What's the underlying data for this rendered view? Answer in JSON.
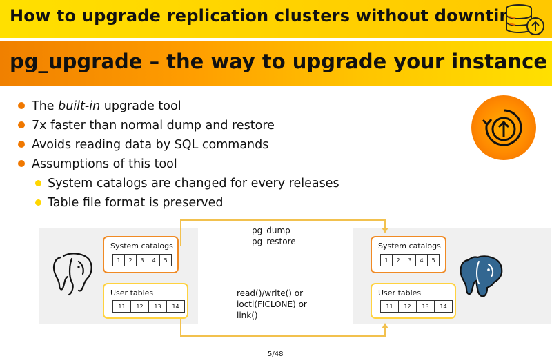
{
  "header": {
    "title": "How to upgrade replication clusters without downtime",
    "subtitle": "pg_upgrade –  the way to upgrade your instance"
  },
  "icons": {
    "database": "database-upgrade-icon",
    "upgrade": "circular-upgrade-arrow-icon",
    "elephant_left": "postgresql-elephant-outline-icon",
    "elephant_right": "postgresql-elephant-logo-icon"
  },
  "bullets": [
    {
      "pre": "The ",
      "em": "built-in",
      "post": " upgrade tool"
    },
    {
      "text": "7x faster than normal dump and restore"
    },
    {
      "text": "Avoids reading data by SQL commands"
    },
    {
      "text": "Assumptions of this tool"
    }
  ],
  "sub_bullets": [
    {
      "text": "System catalogs are changed for every releases"
    },
    {
      "text": "Table file format is preserved"
    }
  ],
  "diagram": {
    "left": {
      "system_catalogs_label": "System catalogs",
      "system_catalog_cells": [
        "1",
        "2",
        "3",
        "4",
        "5"
      ],
      "user_tables_label": "User tables",
      "user_table_cells": [
        "11",
        "12",
        "13",
        "14"
      ]
    },
    "right": {
      "system_catalogs_label": "System catalogs",
      "system_catalog_cells": [
        "1",
        "2",
        "3",
        "4",
        "5"
      ],
      "user_tables_label": "User tables",
      "user_table_cells": [
        "11",
        "12",
        "13",
        "14"
      ]
    },
    "top_path_lines": [
      "pg_dump",
      "pg_restore"
    ],
    "bottom_path_lines": [
      "read()/write() or",
      "ioctl(FICLONE) or",
      "link()"
    ]
  },
  "colors": {
    "accent_orange": "#f08a24",
    "accent_yellow": "#ffd23f",
    "elephant_blue": "#336791"
  },
  "page_number": "5/48"
}
